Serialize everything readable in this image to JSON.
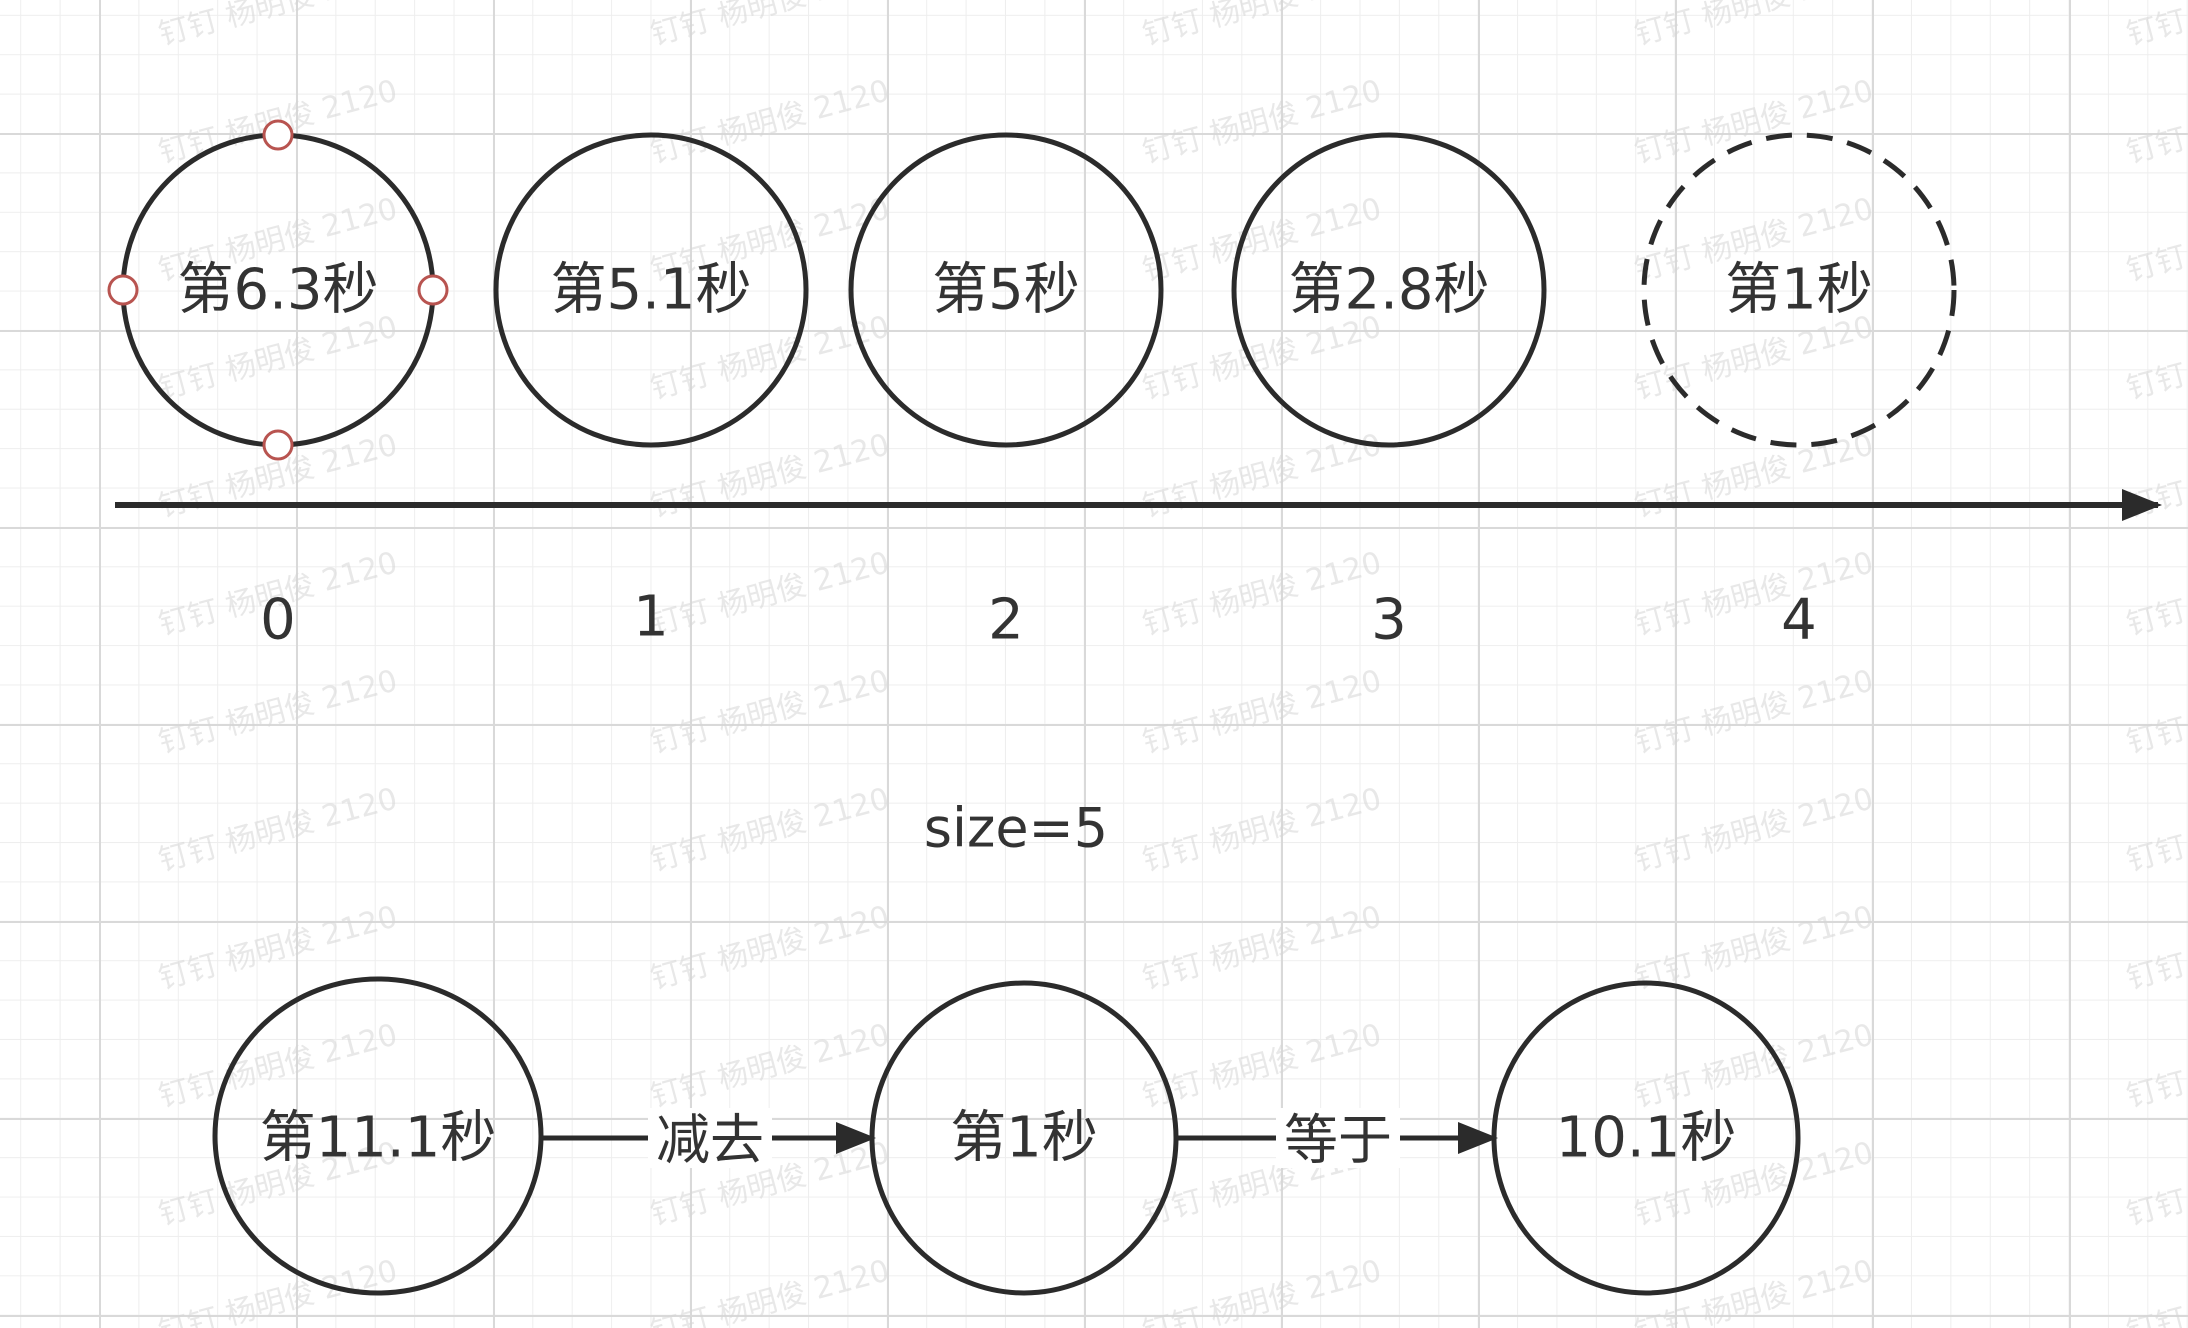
{
  "watermark": "钉钉 杨明俊 2120",
  "queue_nodes": [
    {
      "label": "第6.3秒",
      "selected": true,
      "dashed": false
    },
    {
      "label": "第5.1秒",
      "selected": false,
      "dashed": false
    },
    {
      "label": "第5秒",
      "selected": false,
      "dashed": false
    },
    {
      "label": "第2.8秒",
      "selected": false,
      "dashed": false
    },
    {
      "label": "第1秒",
      "selected": false,
      "dashed": true
    }
  ],
  "indices": [
    "0",
    "1",
    "2",
    "3",
    "4"
  ],
  "size_label": "size=5",
  "equation": {
    "nodes": [
      "第11.1秒",
      "第1秒",
      "10.1秒"
    ],
    "edges": [
      "减去",
      "等于"
    ]
  },
  "colors": {
    "stroke": "#2b2b2b",
    "text": "#333333",
    "handle": "#b85450",
    "background": "#ffffff"
  }
}
